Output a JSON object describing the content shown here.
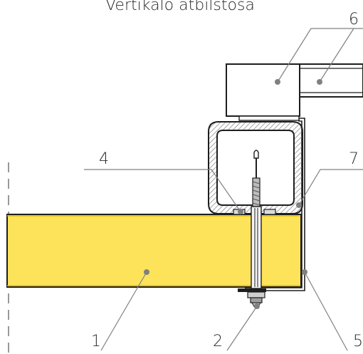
{
  "title": "Vertikālo atbilstoša",
  "callouts": {
    "c1": "1",
    "c2": "2",
    "c4": "4",
    "c5": "5",
    "c6": "6",
    "c7": "7"
  },
  "colors": {
    "insulation_fill": "#fde35a",
    "insulation_edge": "#e6b800",
    "line": "#1e1e1e",
    "leader": "#808080",
    "hatch": "#9a9a9a"
  }
}
